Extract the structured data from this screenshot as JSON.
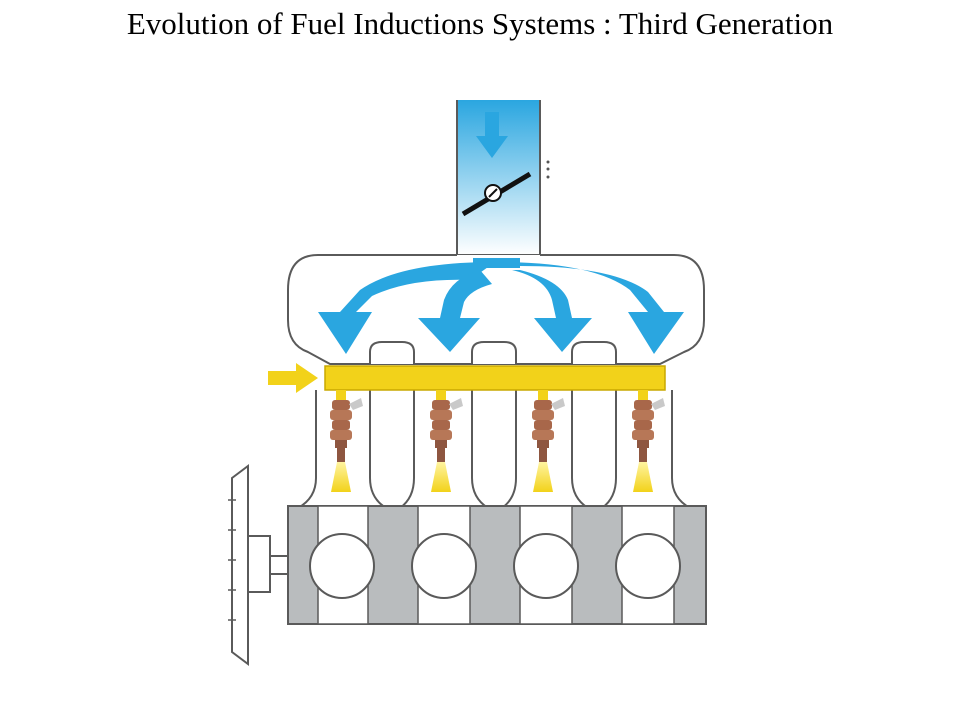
{
  "slide": {
    "title": "Evolution of Fuel Inductions Systems : Third Generation"
  },
  "diagram": {
    "injector_count": 4,
    "cylinder_count": 4,
    "colors": {
      "air_flow": "#2aa6e0",
      "fuel_rail": "#f2d21a",
      "injector": "#a8674a",
      "spray": "#f7e36a",
      "engine_block": "#b9bcbe",
      "outline": "#5a5a5a"
    },
    "icons": [
      "air-inlet-arrow-icon",
      "throttle-valve-icon",
      "fuel-inlet-arrow-icon",
      "fuel-injector-icon",
      "flywheel-icon"
    ]
  }
}
